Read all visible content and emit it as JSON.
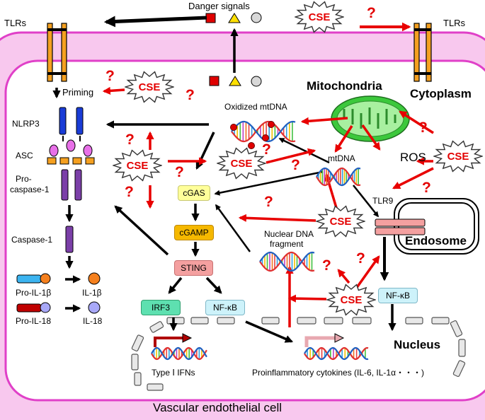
{
  "labels": {
    "danger_signals": "Danger signals",
    "tlrs_left": "TLRs",
    "tlrs_right": "TLRs",
    "priming": "Priming",
    "mitochondria": "Mitochondria",
    "cytoplasm": "Cytoplasm",
    "oxidized_mtdna": "Oxidized mtDNA",
    "mtdna": "mtDNA",
    "ros": "ROS",
    "tlr9": "TLR9",
    "endosome": "Endosome",
    "nuclear_dna_fragment_line1": "Nuclear DNA",
    "nuclear_dna_fragment_line2": "fragment",
    "nucleus": "Nucleus",
    "nlrp3": "NLRP3",
    "asc": "ASC",
    "pro_caspase_line1": "Pro-",
    "pro_caspase_line2": "caspase-1",
    "caspase": "Caspase-1",
    "pro_il1b": "Pro-IL-1β",
    "il1b": "IL-1β",
    "pro_il18": "Pro-IL-18",
    "il18": "IL-18",
    "type1_ifns": "Type Ⅰ IFNs",
    "proinflammatory": "Proinflammatory cytokines (IL-6, IL-1α・・・)",
    "vascular_cell": "Vascular endothelial cell"
  },
  "pathway": {
    "cgas": "cGAS",
    "cgamp": "cGAMP",
    "sting": "STING",
    "irf3": "IRF3",
    "nfkb_left": "NF-κB",
    "nfkb_right": "NF-κB"
  },
  "cse_label": "CSE",
  "question_mark": "?",
  "colors": {
    "cell_fill": "#f8c8ee",
    "membrane": "#e040c8",
    "arrow_red": "#e80000",
    "cgas": "#ffff9a",
    "cgamp": "#f5b800",
    "sting": "#f4a0a0",
    "irf3": "#5ee0b0",
    "nfkb": "#cdf2fa",
    "mito_outer": "#3cc83c",
    "mito_inner": "#a8f0a0"
  }
}
